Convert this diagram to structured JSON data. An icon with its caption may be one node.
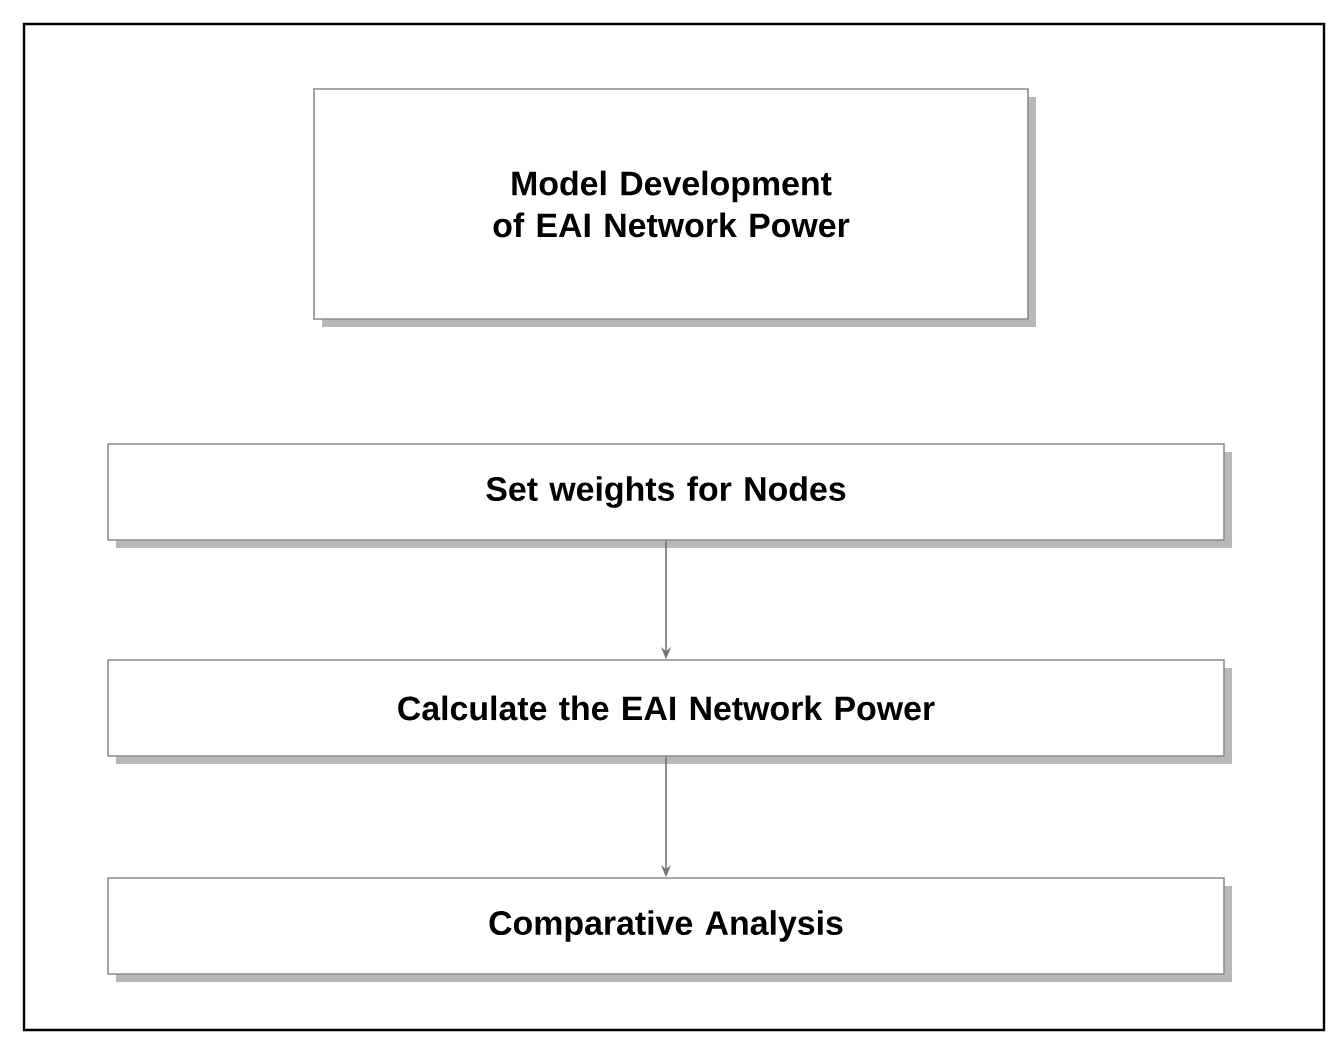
{
  "diagram": {
    "nodes": [
      {
        "text": [
          "Model Development of EAI Network Power"
        ]
      },
      {
        "text": [
          "Set weights for Nodes"
        ]
      },
      {
        "text": [
          "Calculate the EAI Network Power"
        ]
      },
      {
        "text": [
          "Comparative Analysis"
        ]
      }
    ],
    "edges": [
      {
        "from": 1,
        "to": 2,
        "arrow": "to"
      },
      {
        "from": 2,
        "to": 3,
        "arrow": "to"
      }
    ]
  }
}
